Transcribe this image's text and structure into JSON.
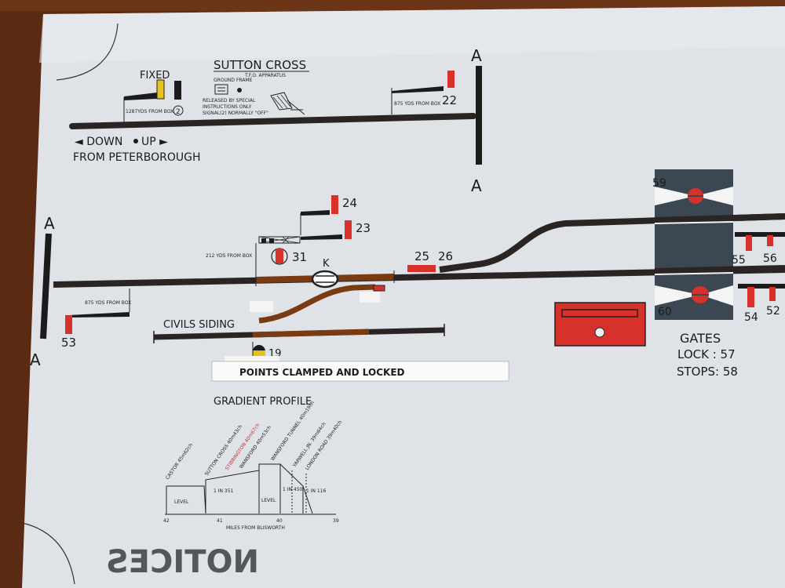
{
  "board": {
    "title": "SUTTON CROSS",
    "subtitle": "T.F.O. APPARATUS",
    "ground_frame_label": "GROUND FRAME",
    "released_note": [
      "RELEASED BY SPECIAL",
      "INSTRUCTIONS ONLY",
      "SIGNAL(2) NORMALLY \"OFF\""
    ],
    "fixed_label": "FIXED",
    "signal_2": "2",
    "distance_fixed": "1287YDS FROM BOX",
    "distance_22": "875 YDS FROM BOX",
    "distance_31": "212 YDS FROM BOX",
    "distance_53": "875 YDS FROM BOX",
    "direction_down": "◄ DOWN",
    "direction_up": "UP ►",
    "from_text": "FROM PETERBOROUGH",
    "section_a": "A",
    "signals": {
      "s22": "22",
      "s23": "23",
      "s24": "24",
      "s25": "25",
      "s26": "26",
      "s31": "31",
      "s52": "52",
      "s53": "53",
      "s54": "54",
      "s55": "55",
      "s56": "56",
      "s59": "59",
      "s60": "60",
      "s19": "19"
    },
    "points_k": "K",
    "civils_siding": "CIVILS SIDING",
    "points_clamped": "POINTS CLAMPED AND LOCKED",
    "gates_title": "GATES",
    "gates_lock": "LOCK : 57",
    "gates_stops": "STOPS: 58",
    "gradient_title": "GRADIENT PROFILE",
    "gradient": {
      "stations": [
        "CASTOR 45m62ch",
        "SUTTON CROSS 40m43ch",
        "STIBBINGTON 40m67ch",
        "WANSFORD 40m53ch",
        "WANSFORD TUNNEL 40m19ch",
        "YARWELL JN. 39m64ch",
        "LONDON ROAD 39m40ch"
      ],
      "segments": [
        "LEVEL",
        "1 IN 351",
        "LEVEL",
        "1 IN 450",
        "1 IN 116"
      ],
      "miles": [
        "42",
        "41",
        "40",
        "39"
      ],
      "axis_label": "MILES FROM BLISWORTH"
    },
    "notice_text": "NOTICES",
    "colors": {
      "track": "#2a2424",
      "siding": "#7a3a12",
      "signal_red": "#d8302a",
      "signal_yellow": "#e8c21a",
      "gate": "#3b4853",
      "board": "#dde1e6",
      "frame": "#5a2a12"
    }
  }
}
